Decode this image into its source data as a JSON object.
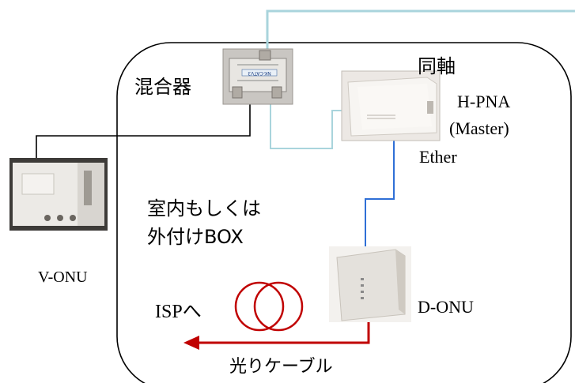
{
  "labels": {
    "mixer": "混合器",
    "coax": "同軸",
    "hpna_line1": "H-PNA",
    "hpna_line2": "(Master)",
    "ether": "Ether",
    "indoor_line1": "室内もしくは",
    "indoor_line2": "外付けBOX",
    "vonu": "V-ONU",
    "isp": "ISPへ",
    "donu": "D-ONU",
    "fiber": "光りケーブル"
  },
  "device_markings": {
    "mixer": "NK-CATV3"
  },
  "colors": {
    "coax_line": "#a9d4dc",
    "ether_line": "#2f6fd6",
    "fiber_line": "#c00000",
    "box_outline": "#000000",
    "vonu_wire": "#000000"
  }
}
